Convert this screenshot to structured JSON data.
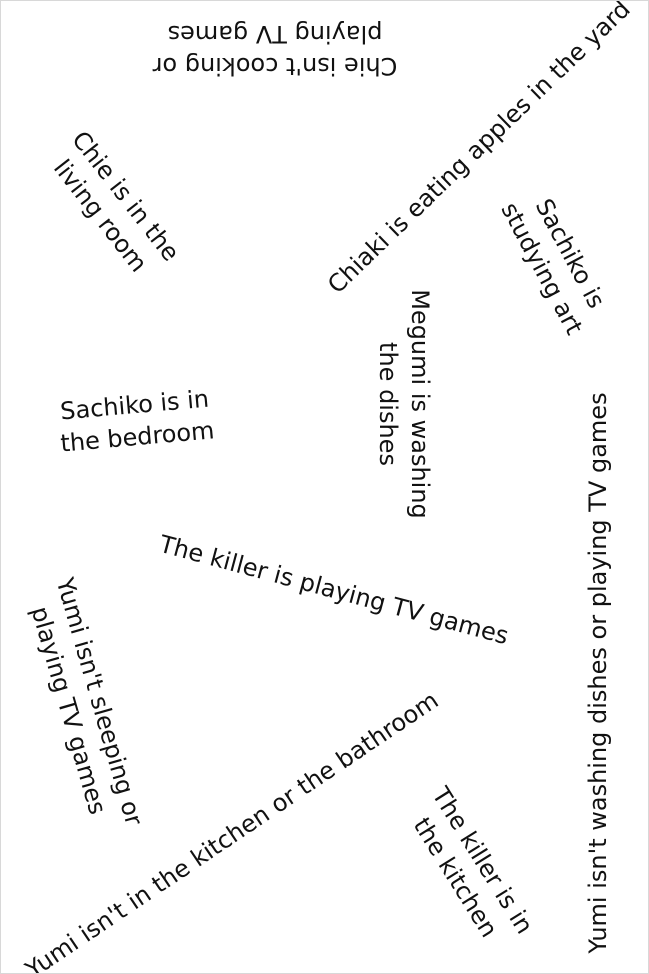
{
  "page": {
    "background_color": "#ffffff",
    "text_color": "#111111"
  },
  "clues": [
    {
      "lines": [
        "Chie isn't cooking or",
        "playing TV games"
      ]
    },
    {
      "lines": [
        "Chie is in the",
        "living room"
      ]
    },
    {
      "lines": [
        "Chiaki is eating apples in the yard"
      ]
    },
    {
      "lines": [
        "Sachiko is",
        "studying art"
      ]
    },
    {
      "lines": [
        "Megumi is washing",
        "the dishes"
      ]
    },
    {
      "lines": [
        "Sachiko is in",
        "the bedroom"
      ]
    },
    {
      "lines": [
        "Yumi isn't washing dishes or playing TV games"
      ]
    },
    {
      "lines": [
        "The killer is playing TV games"
      ]
    },
    {
      "lines": [
        "Yumi isn't sleeping or",
        "playing TV games"
      ]
    },
    {
      "lines": [
        "Yumi isn't in the kitchen or the bathroom"
      ]
    },
    {
      "lines": [
        "The killer is in",
        "the kitchen"
      ]
    }
  ]
}
